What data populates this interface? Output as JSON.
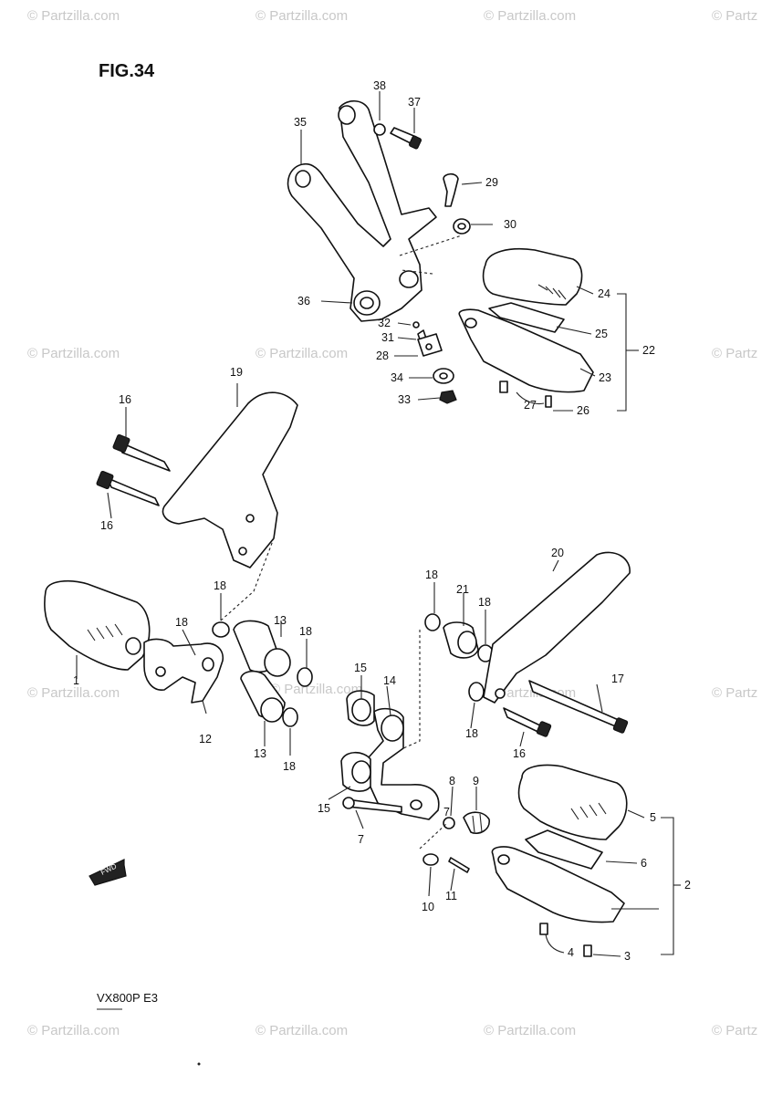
{
  "figure_title": "FIG.34",
  "model_code": "VX800P E3",
  "fwd_label": "FWD",
  "watermark_text": "© Partzilla.com",
  "watermark_clipped_text": "© Partz",
  "part_labels": [
    "1",
    "2",
    "3",
    "4",
    "5",
    "6",
    "7",
    "7",
    "8",
    "9",
    "10",
    "11",
    "12",
    "13",
    "13",
    "14",
    "15",
    "15",
    "16",
    "16",
    "16",
    "17",
    "18",
    "18",
    "18",
    "18",
    "18",
    "18",
    "18",
    "19",
    "20",
    "21",
    "22",
    "23",
    "24",
    "25",
    "26",
    "27",
    "28",
    "29",
    "30",
    "31",
    "32",
    "33",
    "34",
    "35",
    "36",
    "37",
    "38"
  ]
}
